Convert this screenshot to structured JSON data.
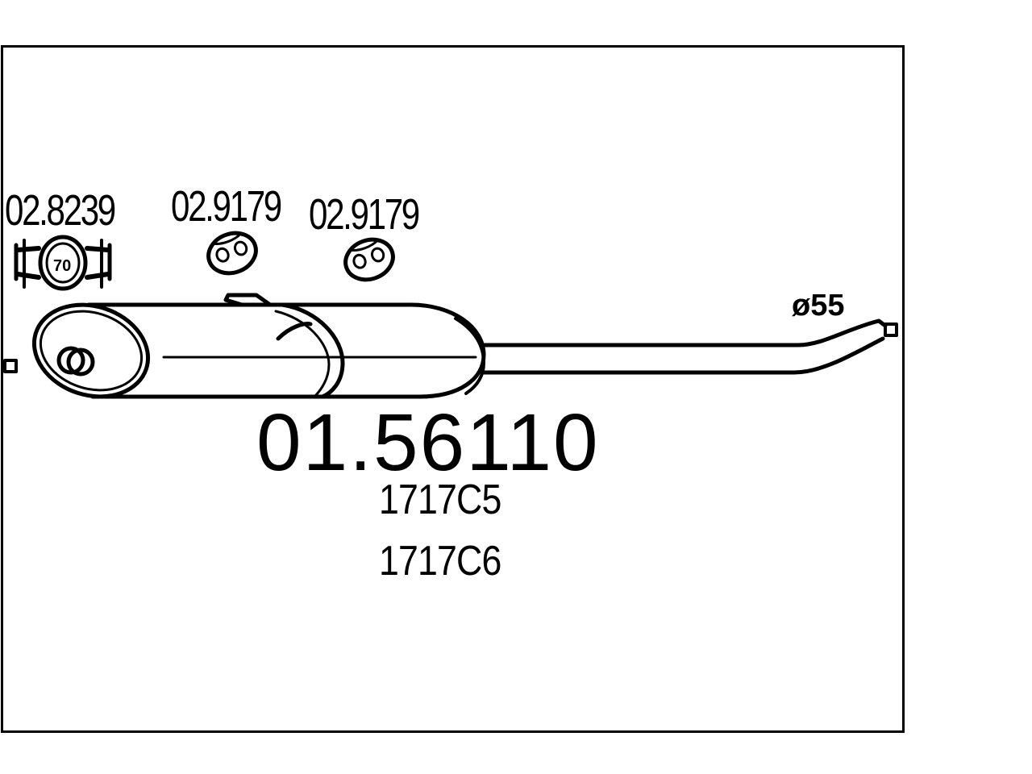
{
  "parts": {
    "clamp": "02.8239",
    "hanger_1": "02.9179",
    "hanger_2": "02.9179",
    "clamp_marking": "70"
  },
  "product": {
    "number": "01.56110",
    "oe_refs": [
      "1717C5",
      "1717C6"
    ]
  },
  "pipe": {
    "diameter": "ø55"
  }
}
